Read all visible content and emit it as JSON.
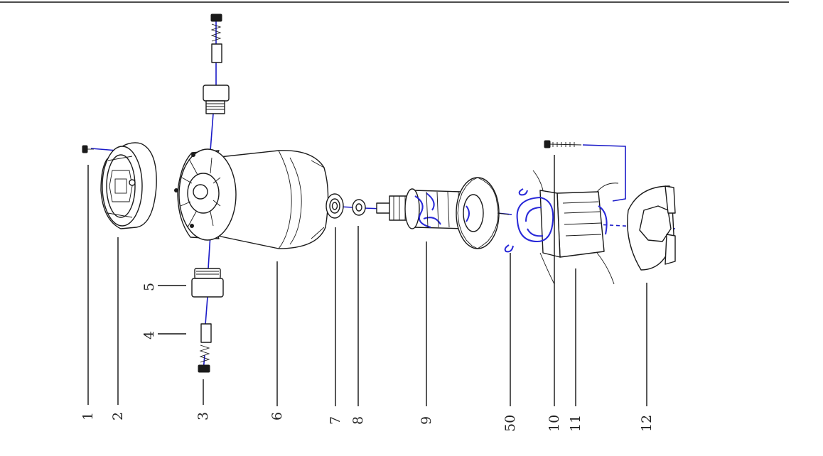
{
  "parts": [
    {
      "id": "p1",
      "label": "1",
      "name": "screw"
    },
    {
      "id": "p2",
      "label": "2",
      "name": "end-cap"
    },
    {
      "id": "p3",
      "label": "3",
      "name": "brush-cap"
    },
    {
      "id": "p4",
      "label": "4",
      "name": "carbon-brush"
    },
    {
      "id": "p5",
      "label": "5",
      "name": "brush-holder"
    },
    {
      "id": "p6",
      "label": "6",
      "name": "motor-housing"
    },
    {
      "id": "p7",
      "label": "7",
      "name": "bearing"
    },
    {
      "id": "p8",
      "label": "8",
      "name": "washer"
    },
    {
      "id": "p9",
      "label": "9",
      "name": "armature"
    },
    {
      "id": "p50",
      "label": "50",
      "name": "wire-clip"
    },
    {
      "id": "p10",
      "label": "10",
      "name": "stator-screw"
    },
    {
      "id": "p11",
      "label": "11",
      "name": "stator"
    },
    {
      "id": "p12",
      "label": "12",
      "name": "baffle-plate"
    }
  ],
  "colors": {
    "assembly_axis": "#1a1ac8",
    "winding": "#2828d8",
    "ink": "#1a1a1a"
  }
}
